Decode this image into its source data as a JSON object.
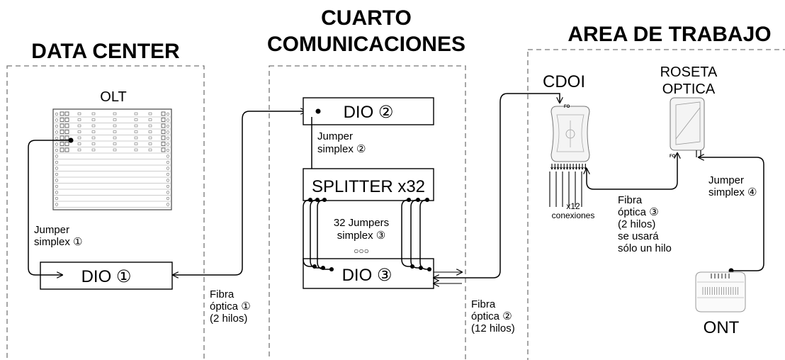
{
  "zones": {
    "data_center": "DATA CENTER",
    "cuarto_line1": "CUARTO",
    "cuarto_line2": "COMUNICACIONES",
    "area_trabajo": "AREA DE TRABAJO"
  },
  "data_center": {
    "olt_label": "OLT",
    "dio1_label": "DIO ①",
    "jumper1_line1": "Jumper",
    "jumper1_line2": "simplex ①"
  },
  "cuarto": {
    "dio2_label": "DIO ②",
    "jumper2_line1": "Jumper",
    "jumper2_line2": "simplex ②",
    "splitter_label": "SPLITTER x32",
    "jumpers32_line1": "32 Jumpers",
    "jumpers32_line2": "simplex ③",
    "ellipsis": "○○○",
    "dio3_label": "DIO ③"
  },
  "links": {
    "fibra1": [
      "Fibra",
      "óptica ①",
      "(2 hilos)"
    ],
    "fibra2": [
      "Fibra",
      "óptica ②",
      "(12 hilos)"
    ]
  },
  "area": {
    "cdoi_label": "CDOI",
    "cdoi_port": "FO",
    "conexiones_line1": "x12",
    "conexiones_line2": "conexiones",
    "roseta_line1": "ROSETA",
    "roseta_line2": "OPTICA",
    "roseta_port": "FO",
    "fibra3": [
      "Fibra",
      "óptica ③",
      "(2 hilos)",
      "se usará",
      "sólo un hilo"
    ],
    "jumper4_line1": "Jumper",
    "jumper4_line2": "simplex ④",
    "ont_label": "ONT"
  }
}
